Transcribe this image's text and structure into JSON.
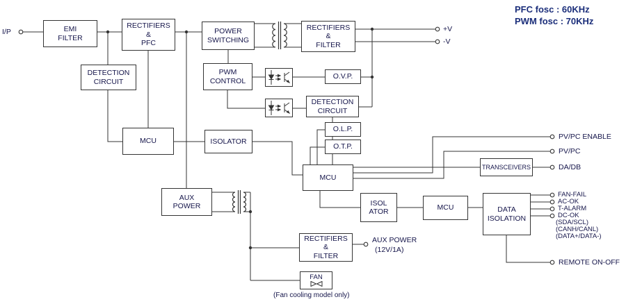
{
  "notes": {
    "pfc": "PFC fosc : 60KHz",
    "pwm": "PWM fosc : 70KHz",
    "fan_note": "(Fan cooling model only)"
  },
  "boxes": {
    "emi_filter": [
      "EMI",
      "FILTER"
    ],
    "rectifiers_pfc": [
      "RECTIFIERS",
      "&",
      "PFC"
    ],
    "power_switching": [
      "POWER",
      "SWITCHING"
    ],
    "rectifiers_filter_main": [
      "RECTIFIERS",
      "&",
      "FILTER"
    ],
    "detection_circuit_input": [
      "DETECTION",
      "CIRCUIT"
    ],
    "pwm_control": [
      "PWM",
      "CONTROL"
    ],
    "ovp": [
      "O.V.P."
    ],
    "detection_circuit_output": [
      "DETECTION",
      "CIRCUIT"
    ],
    "olp": [
      "O.L.P."
    ],
    "otp": [
      "O.T.P."
    ],
    "mcu_primary": [
      "MCU"
    ],
    "isolator": [
      "ISOLATOR"
    ],
    "mcu_secondary": [
      "MCU"
    ],
    "transceivers": [
      "TRANSCEIVERS"
    ],
    "aux_power": [
      "AUX",
      "POWER"
    ],
    "isol_ator": [
      "ISOL",
      "ATOR"
    ],
    "mcu_comm": [
      "MCU"
    ],
    "data_isolation": [
      "DATA",
      "ISOLATION"
    ],
    "rectifiers_filter_aux": [
      "RECTIFIERS",
      "&",
      "FILTER"
    ],
    "fan": [
      "FAN"
    ]
  },
  "terminals": {
    "input": "I/P",
    "v_plus": "+V",
    "v_minus": "-V",
    "pv_pc_enable": "PV/PC ENABLE",
    "pv_pc": "PV/PC",
    "da_db": "DA/DB",
    "fan_fail": "FAN-FAIL",
    "ac_ok": "AC-OK",
    "t_alarm": "T-ALARM",
    "dc_ok": "DC-OK",
    "sda_scl": "(SDA/SCL)",
    "canh_canl": "(CANH/CANL)",
    "data_pair": "(DATA+/DATA-)",
    "remote_on_off": "REMOTE ON-OFF",
    "aux_out_1": "AUX POWER",
    "aux_out_2": "(12V/1A)"
  }
}
